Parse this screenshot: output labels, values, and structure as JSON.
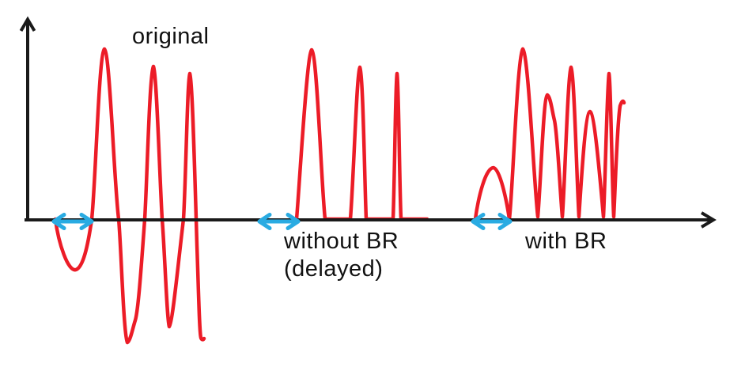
{
  "figure": {
    "type": "hand-drawn waveform diagram",
    "labels": {
      "original": "original",
      "without_br_line1": "without BR",
      "without_br_line2": "(delayed)",
      "with_br": "with BR"
    }
  },
  "colors": {
    "signal_red": "#ec1c27",
    "delay_arrow_cyan": "#29abe2",
    "axis_black": "#1a1a1a",
    "text": "#111111",
    "background": "#ffffff"
  },
  "axes": {
    "x_axis": {
      "style": "arrow right",
      "ticks": "none"
    },
    "y_axis": {
      "style": "arrow up",
      "ticks": "none"
    }
  },
  "waveforms": [
    {
      "name": "original",
      "label": "original",
      "position": "left",
      "shape": "3 positive peaks with negative dips below axis",
      "starts_at_arrow": "beginning of delay interval"
    },
    {
      "name": "without-br",
      "label": "without BR (delayed)",
      "position": "middle",
      "shape": "3 positive-only pulses clipped at baseline",
      "starts_at_arrow": "after delay interval"
    },
    {
      "name": "with-br",
      "label": "with BR",
      "position": "right",
      "shape": "small hump during interval then 5 positive pulses and rising tail",
      "starts_at_arrow": "immediately"
    }
  ],
  "delay_arrows": [
    {
      "name": "delay-interval-1",
      "meaning": "double-headed interval marker on axis",
      "section": "original"
    },
    {
      "name": "delay-interval-2",
      "meaning": "double-headed interval marker on axis",
      "section": "without BR"
    },
    {
      "name": "delay-interval-3",
      "meaning": "double-headed interval marker on axis",
      "section": "with BR"
    }
  ]
}
